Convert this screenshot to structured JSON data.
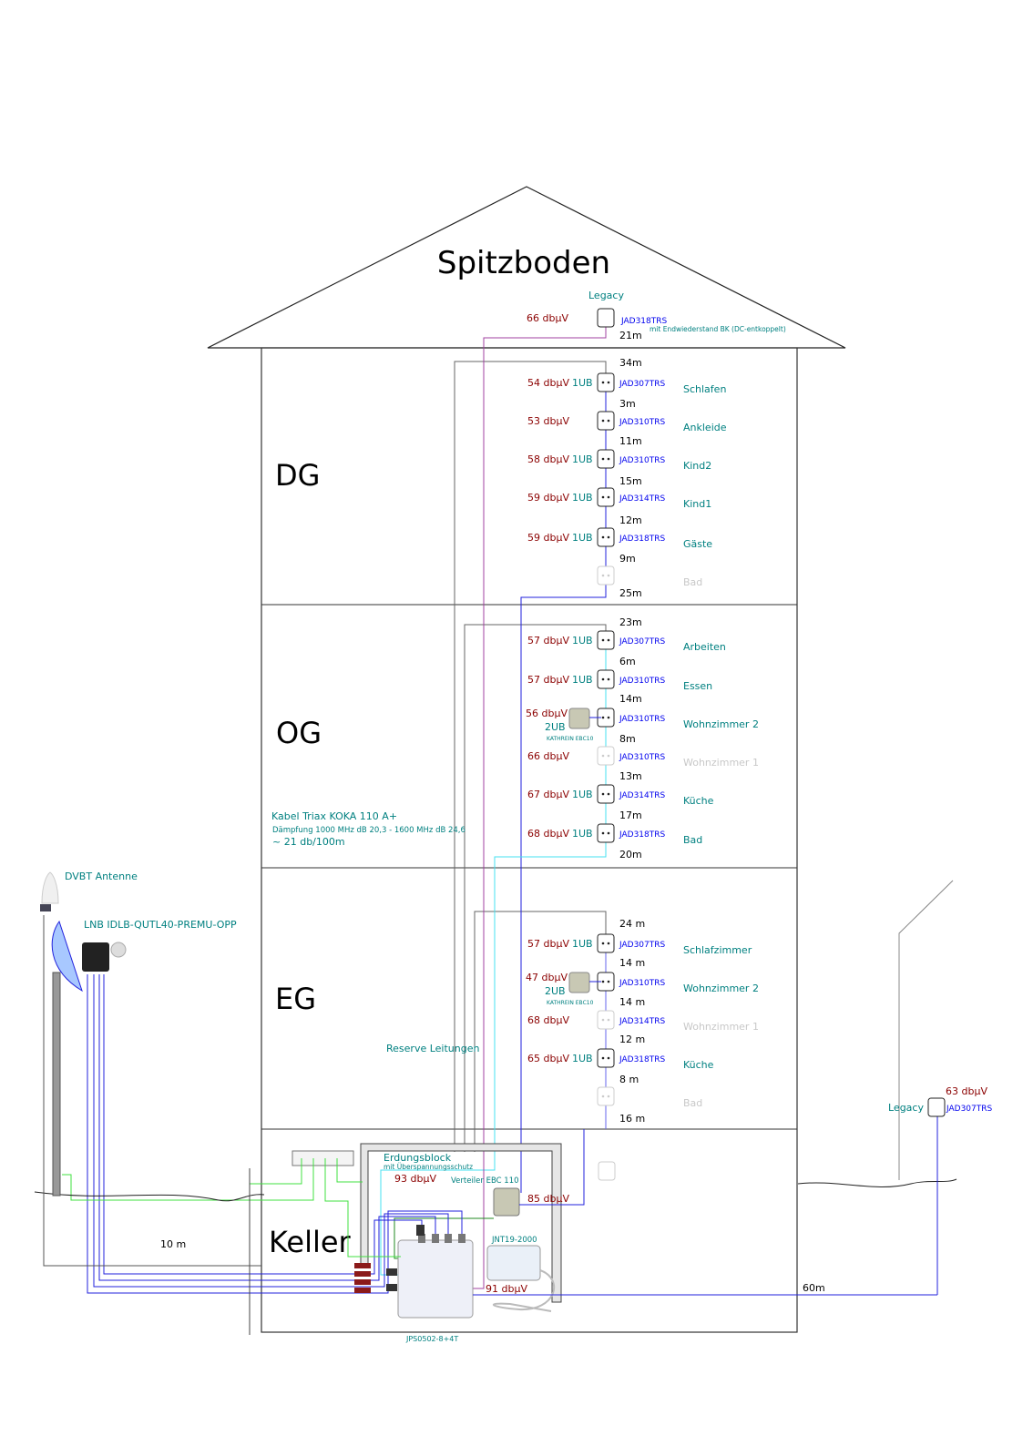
{
  "colors": {
    "level": "#8b0000",
    "teal": "#008080",
    "model": "#0000ee",
    "cable_gray": "#555555",
    "cable_blue": "#2222dd",
    "cable_cyan": "#44e0f0",
    "cable_purple": "#a040a0",
    "cable_green": "#40e040"
  },
  "floors": {
    "attic": "Spitzboden",
    "dg": "DG",
    "og": "OG",
    "eg": "EG",
    "keller": "Keller"
  },
  "attic": {
    "legacy_label": "Legacy",
    "level": "66 dbµV",
    "model": "JAD318TRS",
    "note": "mit Endwiederstand  BK (DC-entkoppelt)",
    "dist": "21m"
  },
  "dg": {
    "outlets": [
      {
        "level": "54 dbµV",
        "ub": "1UB",
        "model": "JAD307TRS",
        "room": "Schlafen",
        "active": true
      },
      {
        "level": "53 dbµV",
        "ub": "",
        "model": "JAD310TRS",
        "room": "Ankleide",
        "active": true
      },
      {
        "level": "58 dbµV",
        "ub": "1UB",
        "model": "JAD310TRS",
        "room": "Kind2",
        "active": true
      },
      {
        "level": "59 dbµV",
        "ub": "1UB",
        "model": "JAD314TRS",
        "room": "Kind1",
        "active": true
      },
      {
        "level": "59 dbµV",
        "ub": "1UB",
        "model": "JAD318TRS",
        "room": "Gäste",
        "active": true
      },
      {
        "level": "",
        "ub": "",
        "model": "",
        "room": "Bad",
        "active": false
      }
    ],
    "distances": [
      "34m",
      "3m",
      "11m",
      "15m",
      "12m",
      "9m",
      "25m"
    ]
  },
  "og": {
    "outlets": [
      {
        "level": "57 dbµV",
        "ub": "1UB",
        "model": "JAD307TRS",
        "room": "Arbeiten",
        "active": true
      },
      {
        "level": "57 dbµV",
        "ub": "1UB",
        "model": "JAD310TRS",
        "room": "Essen",
        "active": true
      },
      {
        "level": "56 dbµV",
        "ub": "2UB",
        "model": "JAD310TRS",
        "room": "Wohnzimmer 2",
        "active": true,
        "splitter": "KATHREIN EBC10"
      },
      {
        "level": "66 dbµV",
        "ub": "",
        "model": "JAD310TRS",
        "room": "Wohnzimmer 1",
        "active": false
      },
      {
        "level": "67 dbµV",
        "ub": "1UB",
        "model": "JAD314TRS",
        "room": "Küche",
        "active": true
      },
      {
        "level": "68 dbµV",
        "ub": "1UB",
        "model": "JAD318TRS",
        "room": "Bad",
        "active": true
      }
    ],
    "distances": [
      "23m",
      "6m",
      "14m",
      "8m",
      "13m",
      "17m",
      "20m"
    ],
    "cable_title": "Kabel Triax KOKA 110 A+",
    "cable_damping": "Dämpfung 1000 MHz dB 20,3 - 1600 MHz dB 24,6",
    "cable_per100": "~ 21 db/100m"
  },
  "eg": {
    "outlets": [
      {
        "level": "57 dbµV",
        "ub": "1UB",
        "model": "JAD307TRS",
        "room": "Schlafzimmer",
        "active": true
      },
      {
        "level": "47 dbµV",
        "ub": "2UB",
        "model": "JAD310TRS",
        "room": "Wohnzimmer 2",
        "active": true,
        "splitter": "KATHREIN EBC10"
      },
      {
        "level": "68 dbµV",
        "ub": "",
        "model": "JAD314TRS",
        "room": "Wohnzimmer 1",
        "active": false
      },
      {
        "level": "65 dbµV",
        "ub": "1UB",
        "model": "JAD318TRS",
        "room": "Küche",
        "active": true
      },
      {
        "level": "",
        "ub": "",
        "model": "",
        "room": "Bad",
        "active": false
      }
    ],
    "distances": [
      "24 m",
      "14 m",
      "14 m",
      "12 m",
      "8 m",
      "16 m"
    ],
    "reserve": "Reserve Leitungen"
  },
  "keller": {
    "grounding": "Erdungsblock",
    "grounding_sub": "mit Überspannungsschutz",
    "level_ground": "93 dbµV",
    "splitter": "Verteiler EBC 110",
    "level_splitter": "85 dbµV",
    "psu": "JNT19-2000",
    "level_switch": "91 dbµV",
    "multiswitch": "JPS0502-8+4T",
    "dist_outside": "60m"
  },
  "outside": {
    "dvbt": "DVBT Antenne",
    "lnb": "LNB IDLB-QUTL40-PREMU-OPP",
    "dist": "10 m",
    "legacy_label": "Legacy",
    "legacy_level": "63 dbµV",
    "legacy_model": "JAD307TRS"
  }
}
